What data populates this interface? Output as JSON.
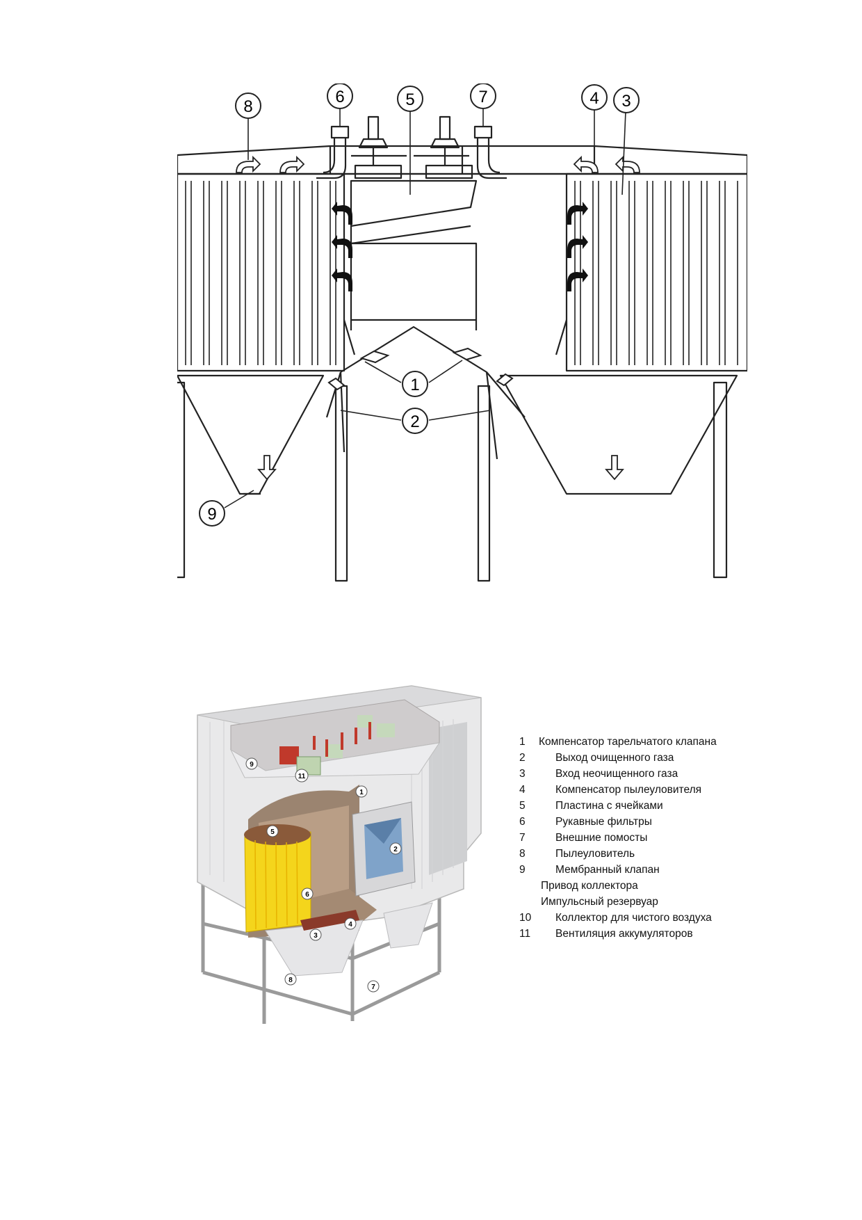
{
  "diagram_top": {
    "callouts": [
      "1",
      "2",
      "3",
      "4",
      "5",
      "6",
      "7",
      "8",
      "9"
    ]
  },
  "diagram_bottom": {
    "callouts": [
      "1",
      "2",
      "3",
      "4",
      "5",
      "6",
      "7",
      "8",
      "9",
      "11"
    ]
  },
  "legend": [
    {
      "num": "1",
      "label": "Компенсатор тарельчатого клапана"
    },
    {
      "num": "2",
      "label": "Выход очищенного газа"
    },
    {
      "num": "3",
      "label": "Вход неочищенного газа"
    },
    {
      "num": "4",
      "label": "Компенсатор пылеуловителя"
    },
    {
      "num": "5",
      "label": "Пластина с ячейками"
    },
    {
      "num": "6",
      "label": "Рукавные фильтры"
    },
    {
      "num": "7",
      "label": "Внешние помосты"
    },
    {
      "num": "8",
      "label": "Пылеуловитель"
    },
    {
      "num": "9",
      "label": "Мембранный клапан"
    },
    {
      "num": "",
      "label": "Привод коллектора"
    },
    {
      "num": "",
      "label": "Импульсный резервуар"
    },
    {
      "num": "10",
      "label": "Коллектор для чистого воздуха"
    },
    {
      "num": "11",
      "label": "Вентиляция аккумуляторов"
    }
  ]
}
